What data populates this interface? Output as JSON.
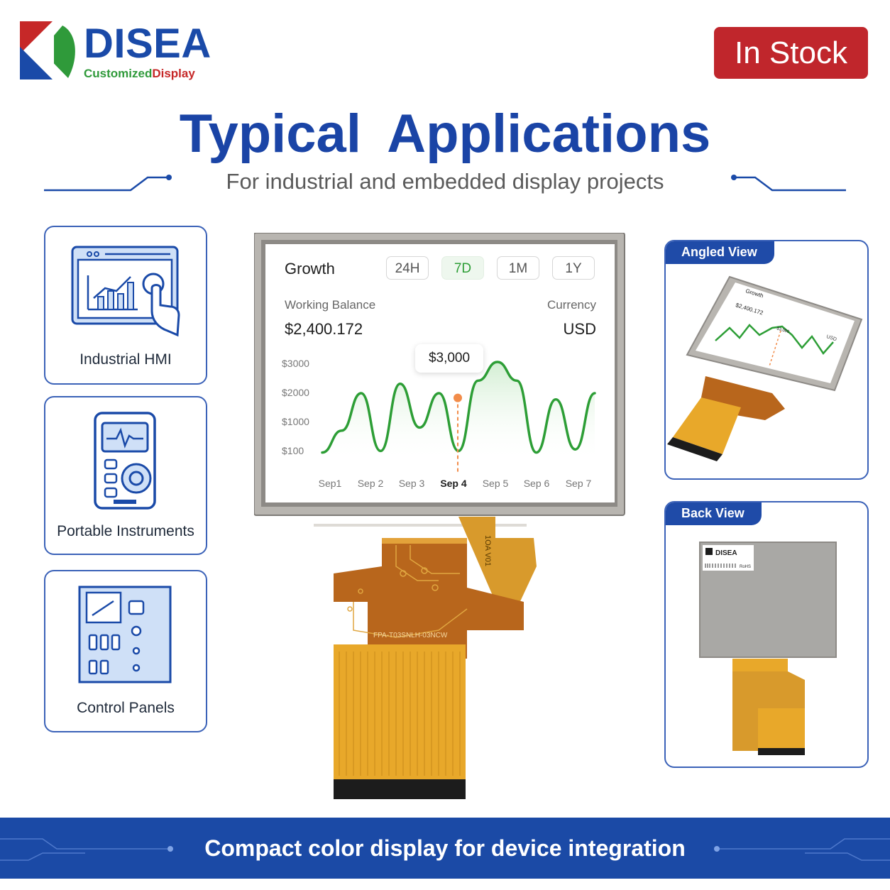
{
  "brand": {
    "name": "DISEA",
    "tagline_a": "Customized",
    "tagline_b": "Display",
    "colors": {
      "blue": "#1a4aa8",
      "green": "#2f9a3a",
      "red": "#c62828"
    }
  },
  "badge": {
    "label": "In Stock",
    "color": "#c0262c"
  },
  "title": "Typical  Applications",
  "subtitle": "For industrial and embedded display projects",
  "applications": [
    {
      "label": "Industrial HMI",
      "icon": "tablet-touch-chart-icon"
    },
    {
      "label": "Portable Instruments",
      "icon": "handheld-meter-icon"
    },
    {
      "label": "Control Panels",
      "icon": "control-panel-icon"
    }
  ],
  "screen": {
    "title": "Growth",
    "timeframes": [
      "24H",
      "7D",
      "1M",
      "1Y"
    ],
    "active_timeframe": "7D",
    "balance_label": "Working Balance",
    "balance_value": "$2,400.172",
    "currency_label": "Currency",
    "currency_value": "USD",
    "tooltip": "$3,000",
    "line_color": "#2d9e36",
    "marker_color": "#f28c4a"
  },
  "chart_data": {
    "type": "line",
    "y_ticks": [
      "$3000",
      "$2000",
      "$1000",
      "$100"
    ],
    "x": [
      "Sep1",
      "Sep 2",
      "Sep 3",
      "Sep 4",
      "Sep 5",
      "Sep 6",
      "Sep 7"
    ],
    "highlight_x": "Sep 4",
    "ylim": [
      0,
      3000
    ],
    "grid": false,
    "values": [
      100,
      800,
      2000,
      150,
      2300,
      900,
      2000,
      150,
      2400,
      3000,
      2400,
      100,
      1800,
      200,
      2000
    ]
  },
  "fpc_label": "FPA-T03SNLH-03NCW",
  "fpc_tab_label": "1OA V01",
  "views": [
    {
      "label": "Angled View",
      "screen_text": {
        "title": "Growth",
        "balance": "$2,400.172",
        "tooltip": "$3,000",
        "currency": "USD"
      }
    },
    {
      "label": "Back View",
      "sticker": {
        "brand": "DISEA",
        "rohs": "RoHS"
      }
    }
  ],
  "footer": "Compact color display for device integration"
}
